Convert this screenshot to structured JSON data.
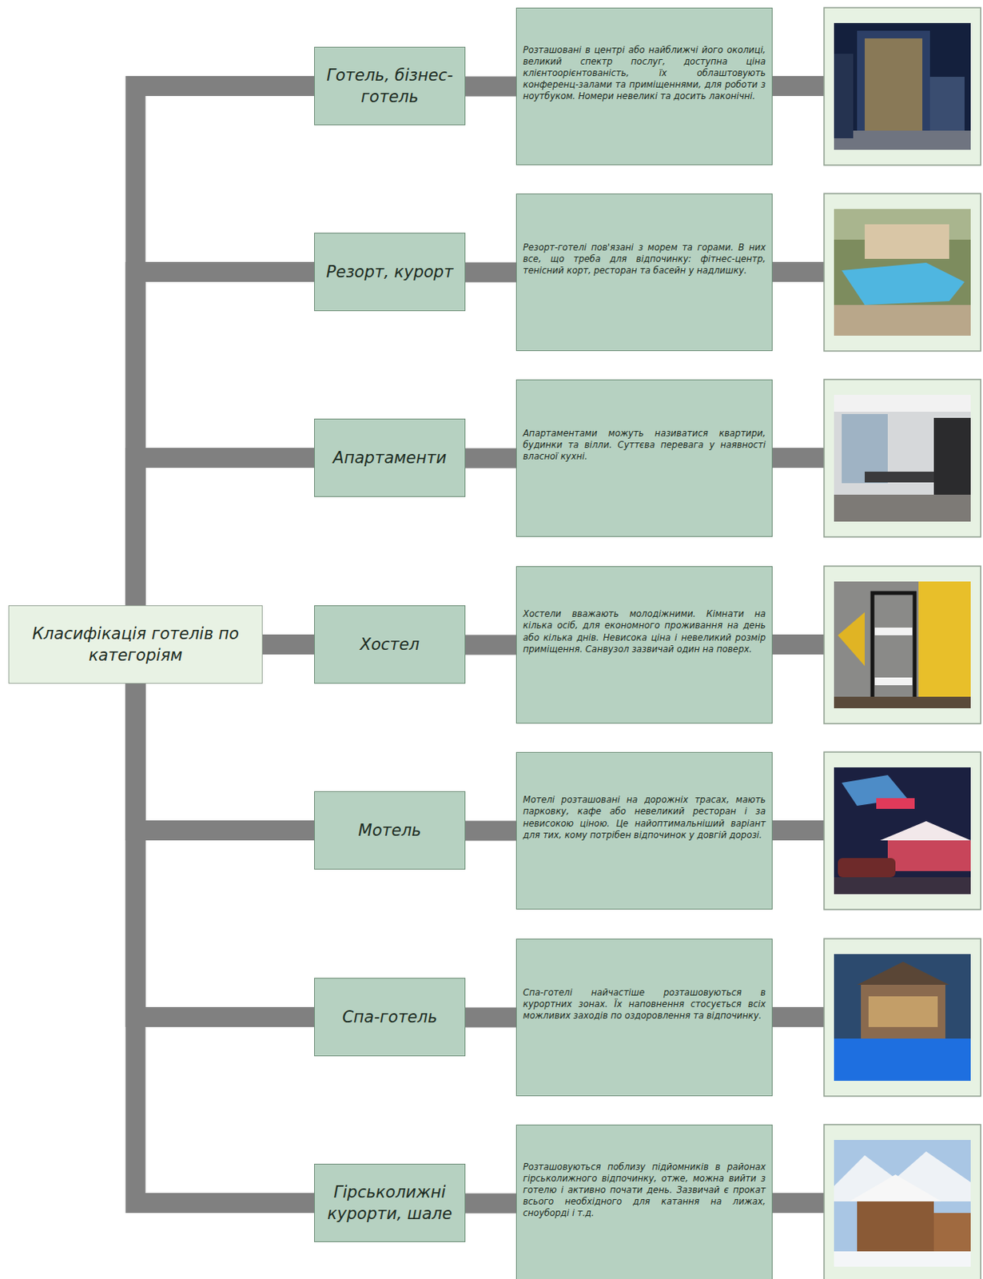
{
  "diagram": {
    "nodes": [
      {
        "text": [
          "Класифікація готелів по категоріям"
        ]
      },
      {
        "text": [
          "Готель, бізнес-готель"
        ]
      },
      {
        "text": [
          "Розташовані в центрі або найближчі його околиці, великий спектр послуг, доступна ціна клієнтоорієнтованість, їх облаштовують конференц-залами та приміщеннями, для роботи з ноутбуком. Номери невеликі та досить лаконічні."
        ]
      },
      {
        "text": [
          "Резорт, курорт"
        ]
      },
      {
        "text": [
          "Резорт-готелі пов'язані з морем та горами. В них все, що треба для відпочинку: фітнес-центр, тенісний корт, ресторан та басейн у надлишку."
        ]
      },
      {
        "text": [
          "Апартаменти"
        ]
      },
      {
        "text": [
          "Апартаментами можуть називатися квартири, будинки та вілли. Суттєва перевага у наявності власної кухні."
        ]
      },
      {
        "text": [
          "Хостел"
        ]
      },
      {
        "text": [
          "Хостели вважають молодіжними. Кімнати на кілька осіб, для економного проживання на день або кілька днів. Невисока ціна і невеликий розмір приміщення. Санвузол зазвичай один на поверх."
        ]
      },
      {
        "text": [
          "Мотель"
        ]
      },
      {
        "text": [
          "Мотелі розташовані на дорожніх трасах, мають парковку, кафе або невеликий ресторан і за невисокою ціною. Це найоптимальніший варіант для тих, кому потрібен відпочинок у довгій дорозі."
        ]
      },
      {
        "text": [
          "Спа-готель"
        ]
      },
      {
        "text": [
          "Спа-готелі найчастіше розташовуються в курортних зонах. Їх наповнення стосується всіх можливих заходів по оздоровлення та відпочинку."
        ]
      },
      {
        "text": [
          "Гірськолижні курорти, шале"
        ]
      },
      {
        "text": [
          "Розташовуються поблизу підйомників в районах гірськолижного відпочинку, отже, можна вийти з готелю і активно почати день. Зазвичай є прокат всього необхідного для катання на лижах, сноуборді і т.д."
        ]
      }
    ],
    "edges": [
      {
        "from": 0,
        "to": 1,
        "arrow": "none"
      },
      {
        "from": 0,
        "to": 3,
        "arrow": "none"
      },
      {
        "from": 0,
        "to": 5,
        "arrow": "none"
      },
      {
        "from": 0,
        "to": 7,
        "arrow": "none"
      },
      {
        "from": 0,
        "to": 9,
        "arrow": "none"
      },
      {
        "from": 0,
        "to": 11,
        "arrow": "none"
      },
      {
        "from": 0,
        "to": 13,
        "arrow": "none"
      },
      {
        "from": 1,
        "to": 2,
        "arrow": "none"
      },
      {
        "from": 3,
        "to": 4,
        "arrow": "none"
      },
      {
        "from": 5,
        "to": 6,
        "arrow": "none"
      },
      {
        "from": 7,
        "to": 8,
        "arrow": "none"
      },
      {
        "from": 9,
        "to": 10,
        "arrow": "none"
      },
      {
        "from": 11,
        "to": 12,
        "arrow": "none"
      },
      {
        "from": 13,
        "to": 14,
        "arrow": "none"
      }
    ]
  }
}
